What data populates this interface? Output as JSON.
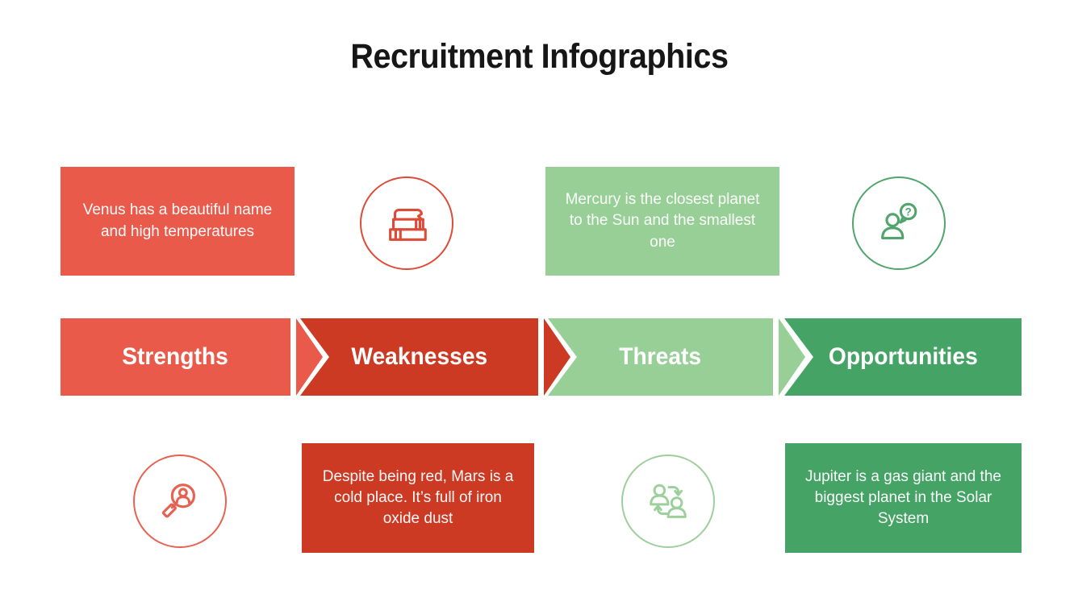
{
  "title": "Recruitment Infographics",
  "banner": {
    "segments": [
      {
        "label": "Strengths",
        "color": "#EA5A4B"
      },
      {
        "label": "Weaknesses",
        "color": "#CD3A23"
      },
      {
        "label": "Threats",
        "color": "#97CF97"
      },
      {
        "label": "Opportunities",
        "color": "#45A365"
      }
    ]
  },
  "cards": {
    "venus": {
      "text": "Venus has a beautiful name and high temperatures",
      "color": "#EA5A4B"
    },
    "mercury": {
      "text": "Mercury is the closest planet to the Sun and the smallest one",
      "color": "#97CF97"
    },
    "mars": {
      "text": "Despite being red, Mars is a cold place. It’s full of iron oxide dust",
      "color": "#CD3A23"
    },
    "jupiter": {
      "text": "Jupiter is a gas giant and the biggest planet in the Solar System",
      "color": "#45A365"
    }
  },
  "icons": {
    "books": {
      "name": "books-icon",
      "color": "#DC4B38",
      "question_mark": ""
    },
    "person_question": {
      "name": "person-question-icon",
      "color": "#4FA56B",
      "question_mark": "?"
    },
    "person_search": {
      "name": "person-search-icon",
      "color": "#E8604F"
    },
    "people_exchange": {
      "name": "people-exchange-icon",
      "color": "#9CCF9B"
    }
  }
}
